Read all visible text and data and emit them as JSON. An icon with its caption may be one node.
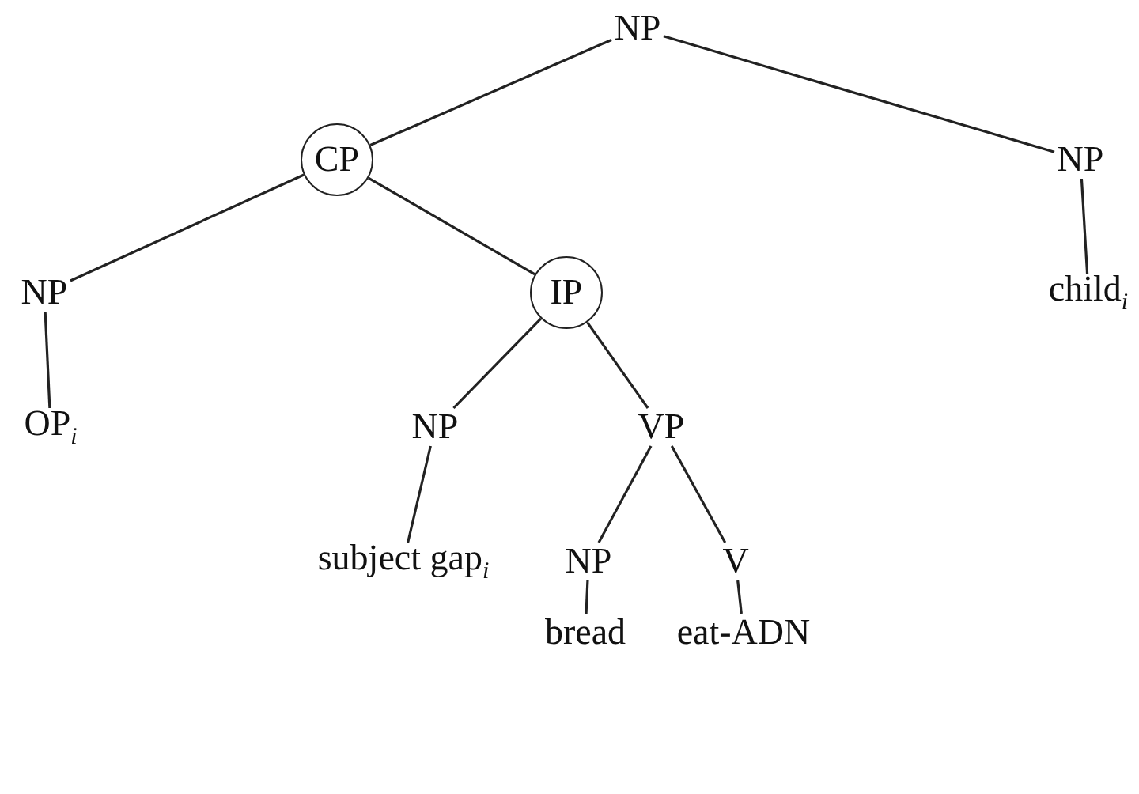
{
  "diagram": {
    "nodes": [
      {
        "text": [
          "NP"
        ]
      },
      {
        "text": [
          "CP"
        ]
      },
      {
        "text": [
          "NP"
        ]
      },
      {
        "text": [
          "child$_{i}$"
        ]
      },
      {
        "text": [
          "NP"
        ]
      },
      {
        "text": [
          "OP$_{i}$"
        ]
      },
      {
        "text": [
          "IP"
        ]
      },
      {
        "text": [
          "NP"
        ]
      },
      {
        "text": [
          "VP"
        ]
      },
      {
        "text": [
          "subject gap$_{i}$"
        ]
      },
      {
        "text": [
          "NP"
        ]
      },
      {
        "text": [
          "V"
        ]
      },
      {
        "text": [
          "bread"
        ]
      },
      {
        "text": [
          "eat-ADN"
        ]
      }
    ],
    "edges": [
      {
        "from": 0,
        "to": 1,
        "arrow": "none"
      },
      {
        "from": 0,
        "to": 2,
        "arrow": "none"
      },
      {
        "from": 2,
        "to": 3,
        "arrow": "none"
      },
      {
        "from": 1,
        "to": 4,
        "arrow": "none"
      },
      {
        "from": 1,
        "to": 6,
        "arrow": "none"
      },
      {
        "from": 4,
        "to": 5,
        "arrow": "none"
      },
      {
        "from": 6,
        "to": 7,
        "arrow": "none"
      },
      {
        "from": 6,
        "to": 8,
        "arrow": "none"
      },
      {
        "from": 7,
        "to": 9,
        "arrow": "none"
      },
      {
        "from": 8,
        "to": 10,
        "arrow": "none"
      },
      {
        "from": 8,
        "to": 11,
        "arrow": "none"
      },
      {
        "from": 10,
        "to": 12,
        "arrow": "none"
      },
      {
        "from": 11,
        "to": 13,
        "arrow": "none"
      }
    ]
  }
}
